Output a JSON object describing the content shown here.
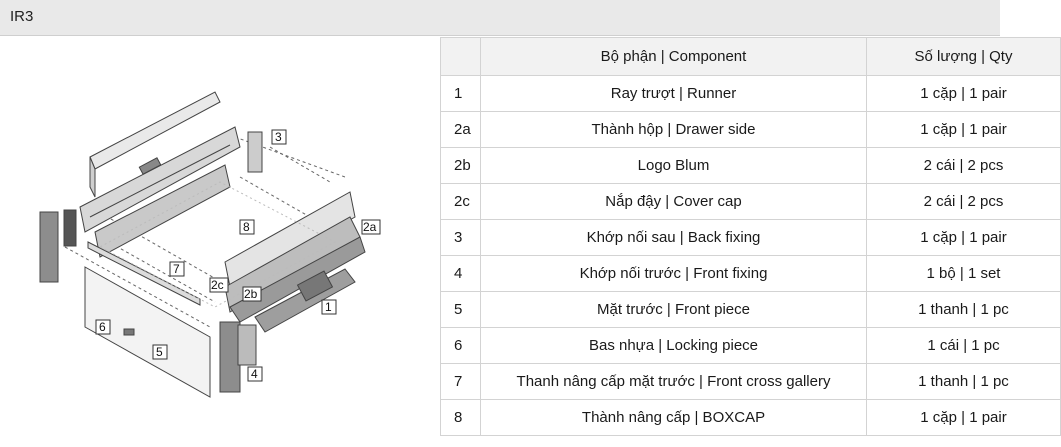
{
  "header": {
    "title": "IR3"
  },
  "table": {
    "headers": {
      "number": "",
      "component": "Bộ phận | Component",
      "quantity": "Số lượng | Qty"
    },
    "rows": [
      {
        "number": "1",
        "component": "Ray trượt | Runner",
        "quantity": "1 cặp | 1 pair"
      },
      {
        "number": "2a",
        "component": "Thành hộp | Drawer side",
        "quantity": "1 cặp | 1 pair"
      },
      {
        "number": "2b",
        "component": "Logo Blum",
        "quantity": "2 cái | 2 pcs"
      },
      {
        "number": "2c",
        "component": "Nắp đậy | Cover cap",
        "quantity": "2 cái | 2 pcs"
      },
      {
        "number": "3",
        "component": "Khớp nối sau | Back fixing",
        "quantity": "1 cặp | 1 pair"
      },
      {
        "number": "4",
        "component": "Khớp nối trước | Front fixing",
        "quantity": "1 bộ | 1 set"
      },
      {
        "number": "5",
        "component": "Mặt trước | Front piece",
        "quantity": "1 thanh | 1 pc"
      },
      {
        "number": "6",
        "component": "Bas nhựa | Locking piece",
        "quantity": "1 cái | 1 pc"
      },
      {
        "number": "7",
        "component": "Thanh nâng cấp mặt trước | Front cross gallery",
        "quantity": "1 thanh | 1 pc"
      },
      {
        "number": "8",
        "component": "Thành nâng cấp | BOXCAP",
        "quantity": "1 cặp | 1 pair"
      }
    ]
  },
  "diagram": {
    "callouts": [
      "3",
      "8",
      "2a",
      "7",
      "2c",
      "2b",
      "1",
      "6",
      "5",
      "4"
    ]
  }
}
